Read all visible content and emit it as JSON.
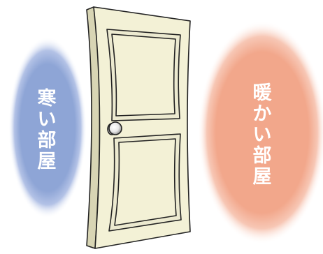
{
  "scene": {
    "cold_room": {
      "label": "寒い部屋",
      "chars": [
        "寒",
        "い",
        "部",
        "屋"
      ],
      "color": "#8fa6d8"
    },
    "warm_room": {
      "label": "暖かい部屋",
      "chars": [
        "暖",
        "か",
        "い",
        "部",
        "屋"
      ],
      "color": "#f2a98e"
    },
    "door": {
      "panel_color": "#f3f1d6",
      "outline_color": "#222222"
    }
  }
}
